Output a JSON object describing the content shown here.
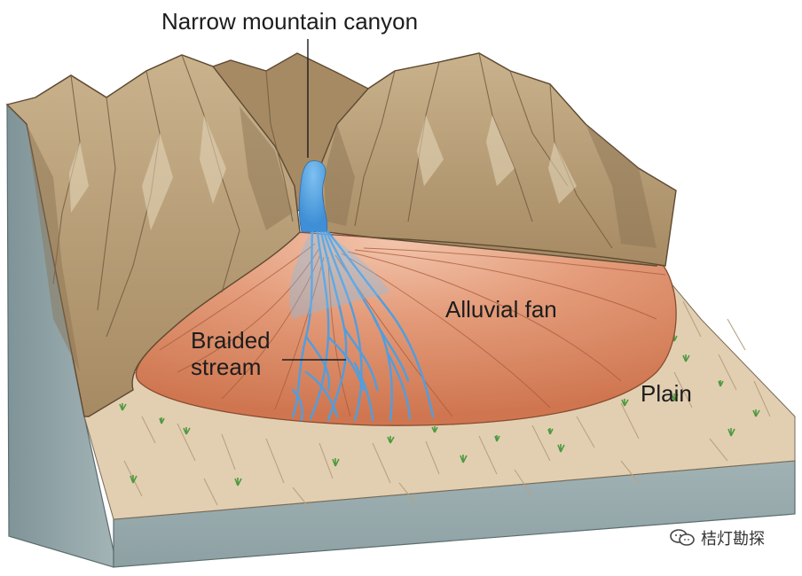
{
  "labels": {
    "canyon": "Narrow mountain canyon",
    "fan": "Alluvial fan",
    "braided_line1": "Braided",
    "braided_line2": "stream",
    "plain": "Plain"
  },
  "watermark": {
    "text": "桔灯勘探",
    "icon": "chat-bubbles-icon"
  },
  "colors": {
    "mountain": "#b49a74",
    "mountain_shadow": "#8e7552",
    "mountain_light": "#d8c7a7",
    "fan": "#d9835f",
    "fan_light": "#ebb096",
    "water": "#4f9ee0",
    "plain": "#e2cfb2",
    "block_side": "#8ea2a5"
  }
}
